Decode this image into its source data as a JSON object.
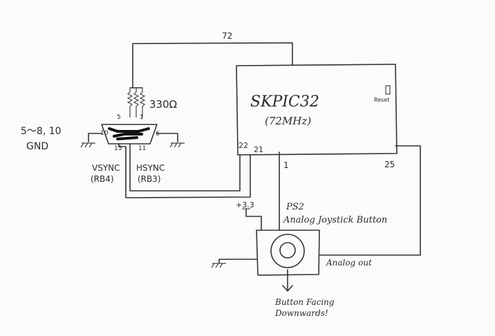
{
  "labels": {
    "wire_72": "72",
    "mcu_name": "SKPIC32",
    "mcu_speed": "(72MHz)",
    "reset": "Reset",
    "resistor_value": "330Ω",
    "gnd_pins": "5～8, 10",
    "gnd_word": "GND",
    "vga_pin_5": "5",
    "vga_pin_1": "1",
    "vga_pin_10": "10",
    "vga_pin_6": "6",
    "vga_pin_15": "15",
    "vga_pin_11": "11",
    "pin_22": "22",
    "pin_21": "21",
    "pin_1": "1",
    "pin_25": "25",
    "vsync": "VSYNC",
    "vsync_pin": "(RB4)",
    "hsync": "HSYNC",
    "hsync_pin": "(RB3)",
    "v33": "+3.3",
    "ps2": "PS2",
    "joystick": "Analog Joystick Button",
    "analog_out": "Analog out",
    "button_note_1": "Button Facing",
    "button_note_2": "Downwards!"
  },
  "colors": {
    "ink": "#333333",
    "paper": "#fbfbfa"
  }
}
